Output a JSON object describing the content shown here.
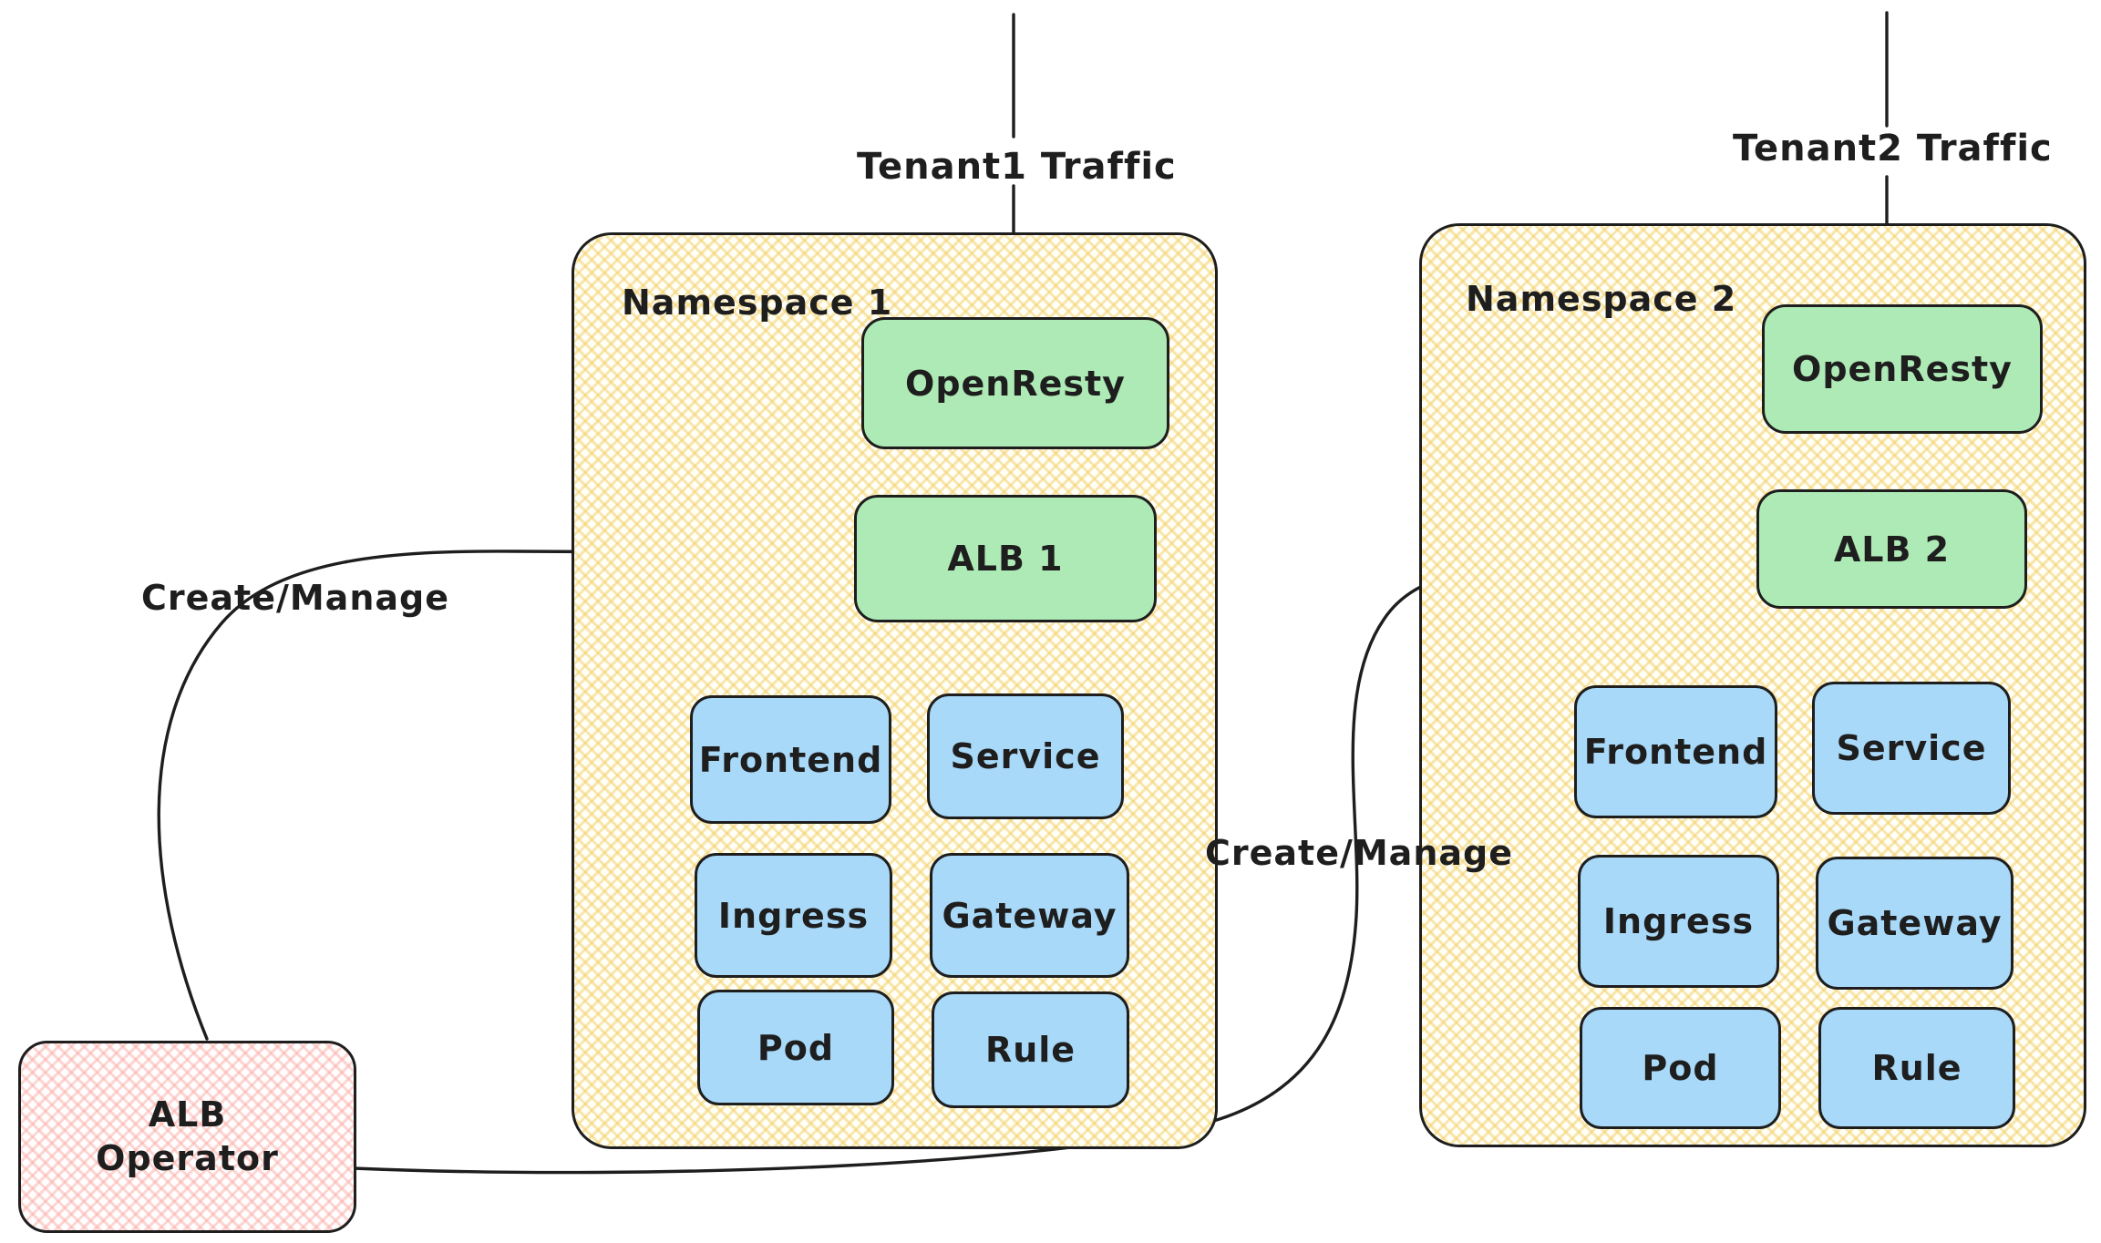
{
  "diagram": {
    "colors": {
      "stroke": "#1e1e1e",
      "namespace_hatch_yellow": "#f2ce62",
      "node_green": "#aeeab6",
      "node_blue": "#a9d9f8",
      "operator_hatch_pink": "#faa6a0"
    },
    "tenant1_label": "Tenant1 Traffic",
    "tenant2_label": "Tenant2 Traffic",
    "create_manage_left": "Create/Manage",
    "create_manage_right": "Create/Manage",
    "operator": {
      "line1": "ALB",
      "line2": "Operator"
    },
    "namespaces": [
      {
        "title": "Namespace 1",
        "proxy": "OpenResty",
        "lb": "ALB 1",
        "resources": [
          "Frontend",
          "Service",
          "Ingress",
          "Gateway",
          "Pod",
          "Rule"
        ]
      },
      {
        "title": "Namespace 2",
        "proxy": "OpenResty",
        "lb": "ALB 2",
        "resources": [
          "Frontend",
          "Service",
          "Ingress",
          "Gateway",
          "Pod",
          "Rule"
        ]
      }
    ]
  }
}
